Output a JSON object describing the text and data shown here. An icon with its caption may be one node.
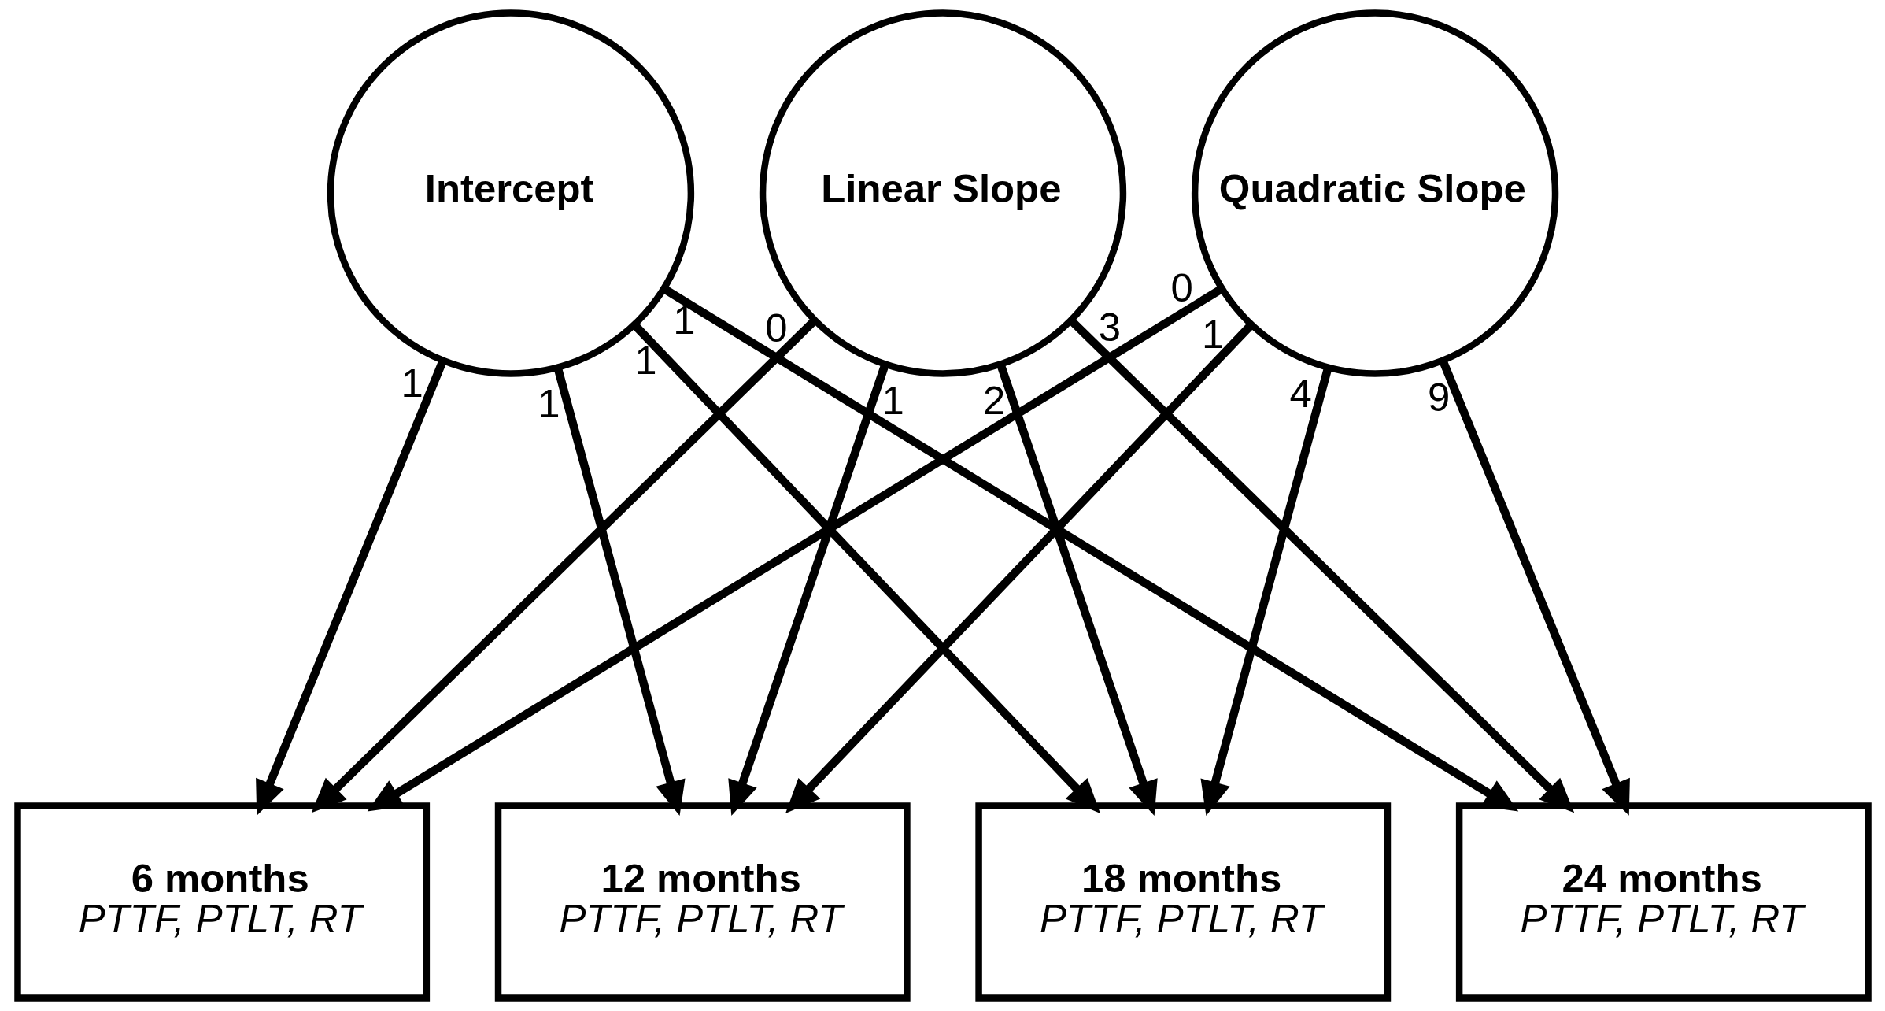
{
  "diagram": {
    "nodes": [
      {
        "text": [
          "Intercept"
        ]
      },
      {
        "text": [
          "Linear Slope"
        ]
      },
      {
        "text": [
          "Quadratic Slope"
        ]
      },
      {
        "text": [
          "6 months",
          "PTTF, PTLT, RT"
        ]
      },
      {
        "text": [
          "12 months",
          "PTTF, PTLT, RT"
        ]
      },
      {
        "text": [
          "18 months",
          "PTTF, PTLT, RT"
        ]
      },
      {
        "text": [
          "24 months",
          "PTTF, PTLT, RT"
        ]
      }
    ],
    "edges": [
      {
        "from": 0,
        "to": 3,
        "arrow": "to",
        "label": "1"
      },
      {
        "from": 0,
        "to": 4,
        "arrow": "to",
        "label": "1"
      },
      {
        "from": 0,
        "to": 5,
        "arrow": "to",
        "label": "1"
      },
      {
        "from": 0,
        "to": 6,
        "arrow": "to",
        "label": "1"
      },
      {
        "from": 1,
        "to": 3,
        "arrow": "to",
        "label": "0"
      },
      {
        "from": 1,
        "to": 4,
        "arrow": "to",
        "label": "1"
      },
      {
        "from": 1,
        "to": 5,
        "arrow": "to",
        "label": "2"
      },
      {
        "from": 1,
        "to": 6,
        "arrow": "to",
        "label": "3"
      },
      {
        "from": 2,
        "to": 3,
        "arrow": "to",
        "label": "0"
      },
      {
        "from": 2,
        "to": 4,
        "arrow": "to",
        "label": "1"
      },
      {
        "from": 2,
        "to": 5,
        "arrow": "to",
        "label": "4"
      },
      {
        "from": 2,
        "to": 6,
        "arrow": "to",
        "label": "9"
      }
    ]
  }
}
